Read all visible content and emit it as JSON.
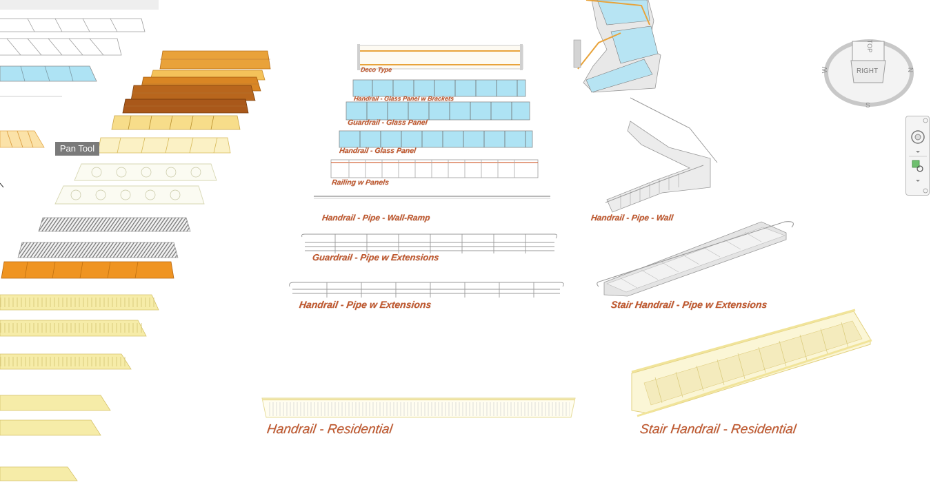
{
  "labels": {
    "deco": "Deco Type",
    "glass_brackets": "Handrail - Glass Panel w Brackets",
    "guardrail_glass": "Guardrail - Glass Panel",
    "handrail_glass": "Handrail - Glass Panel",
    "railing_panels": "Railing w Panels",
    "pipe_wall_ramp": "Handrail - Pipe - Wall-Ramp",
    "pipe_wall": "Handrail - Pipe - Wall",
    "guardrail_pipe_ext": "Guardrail - Pipe w Extensions",
    "handrail_pipe_ext": "Handrail - Pipe w Extensions",
    "stair_pipe_ext": "Stair Handrail - Pipe w Extensions",
    "handrail_residential": "Handrail - Residential",
    "stair_residential": "Stair Handrail - Residential"
  },
  "tooltip": "Pan Tool",
  "viewcube": {
    "top_face": "TOP",
    "front_face": "RIGHT",
    "compass": [
      "W",
      "N",
      "S"
    ]
  },
  "colors": {
    "label": "#c0582e",
    "glass": "#aee3f4",
    "timber": "#e59a2a",
    "residential": "#f4eba6"
  }
}
